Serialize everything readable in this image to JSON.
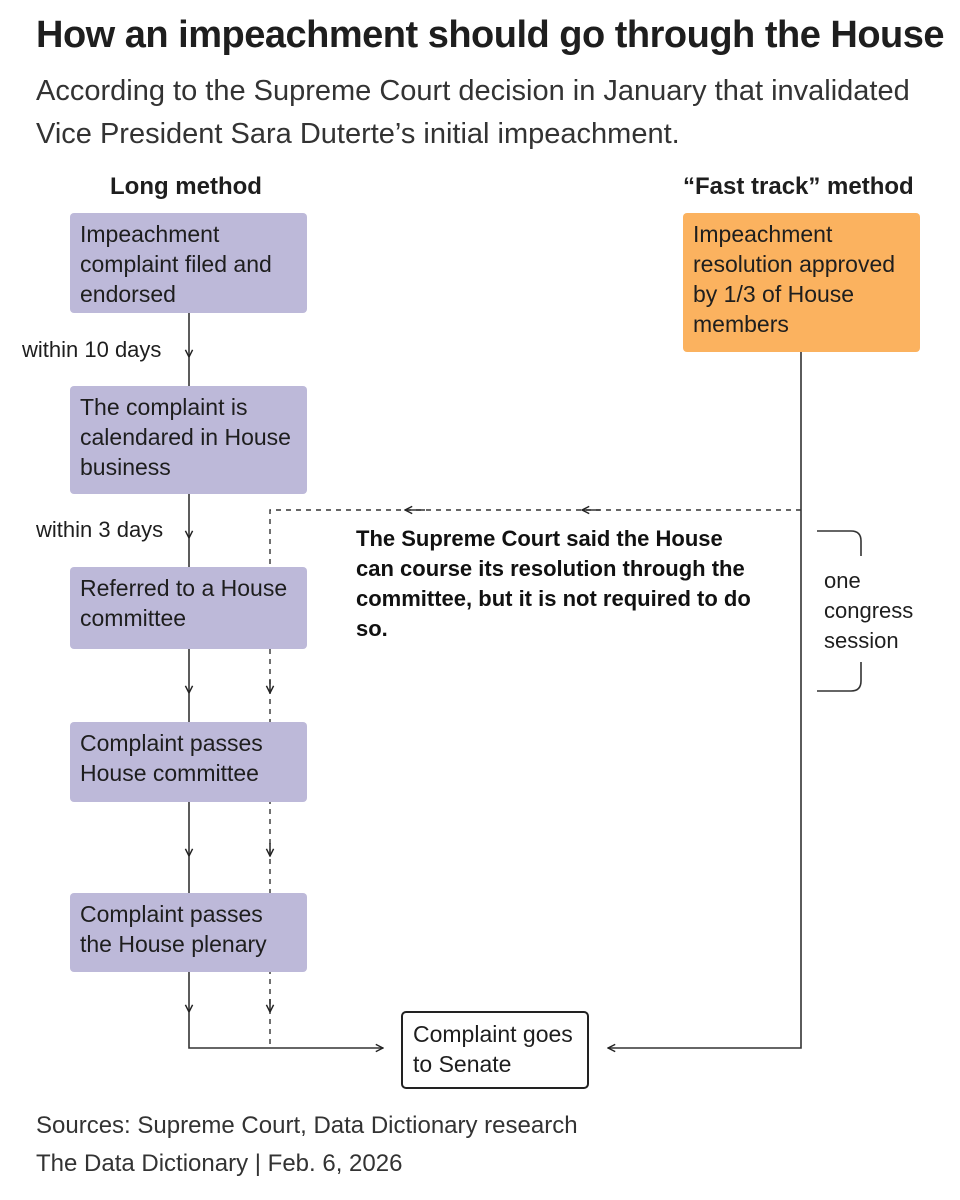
{
  "title": "How an impeachment should go through the House",
  "subtitle": "According to the Supreme Court decision in January that invalidated Vice President Sara Duterte’s initial impeachment.",
  "long_method": {
    "heading": "Long method",
    "steps": [
      "Impeachment complaint filed and endorsed",
      "The complaint is calendared in House business",
      "Referred to a House committee",
      "Complaint passes House committee",
      "Complaint passes the House plenary"
    ],
    "labels": [
      "within 10 days",
      "within 3 days"
    ]
  },
  "fast_track": {
    "heading": "“Fast track” method",
    "step": "Impeachment resolution approved by 1/3 of House members"
  },
  "senate": "Complaint goes to Senate",
  "note": "The Supreme Court said the House can course its resolution through the committee, but it is not required to do so.",
  "session_label": [
    "one",
    "congress",
    "session"
  ],
  "footer": {
    "sources": "Sources: Supreme Court, Data Dictionary research",
    "credit": "The Data Dictionary | Feb. 6, 2026"
  },
  "colors": {
    "long_method_box": "#bdb9d9",
    "fast_track_box": "#fbb25f"
  }
}
